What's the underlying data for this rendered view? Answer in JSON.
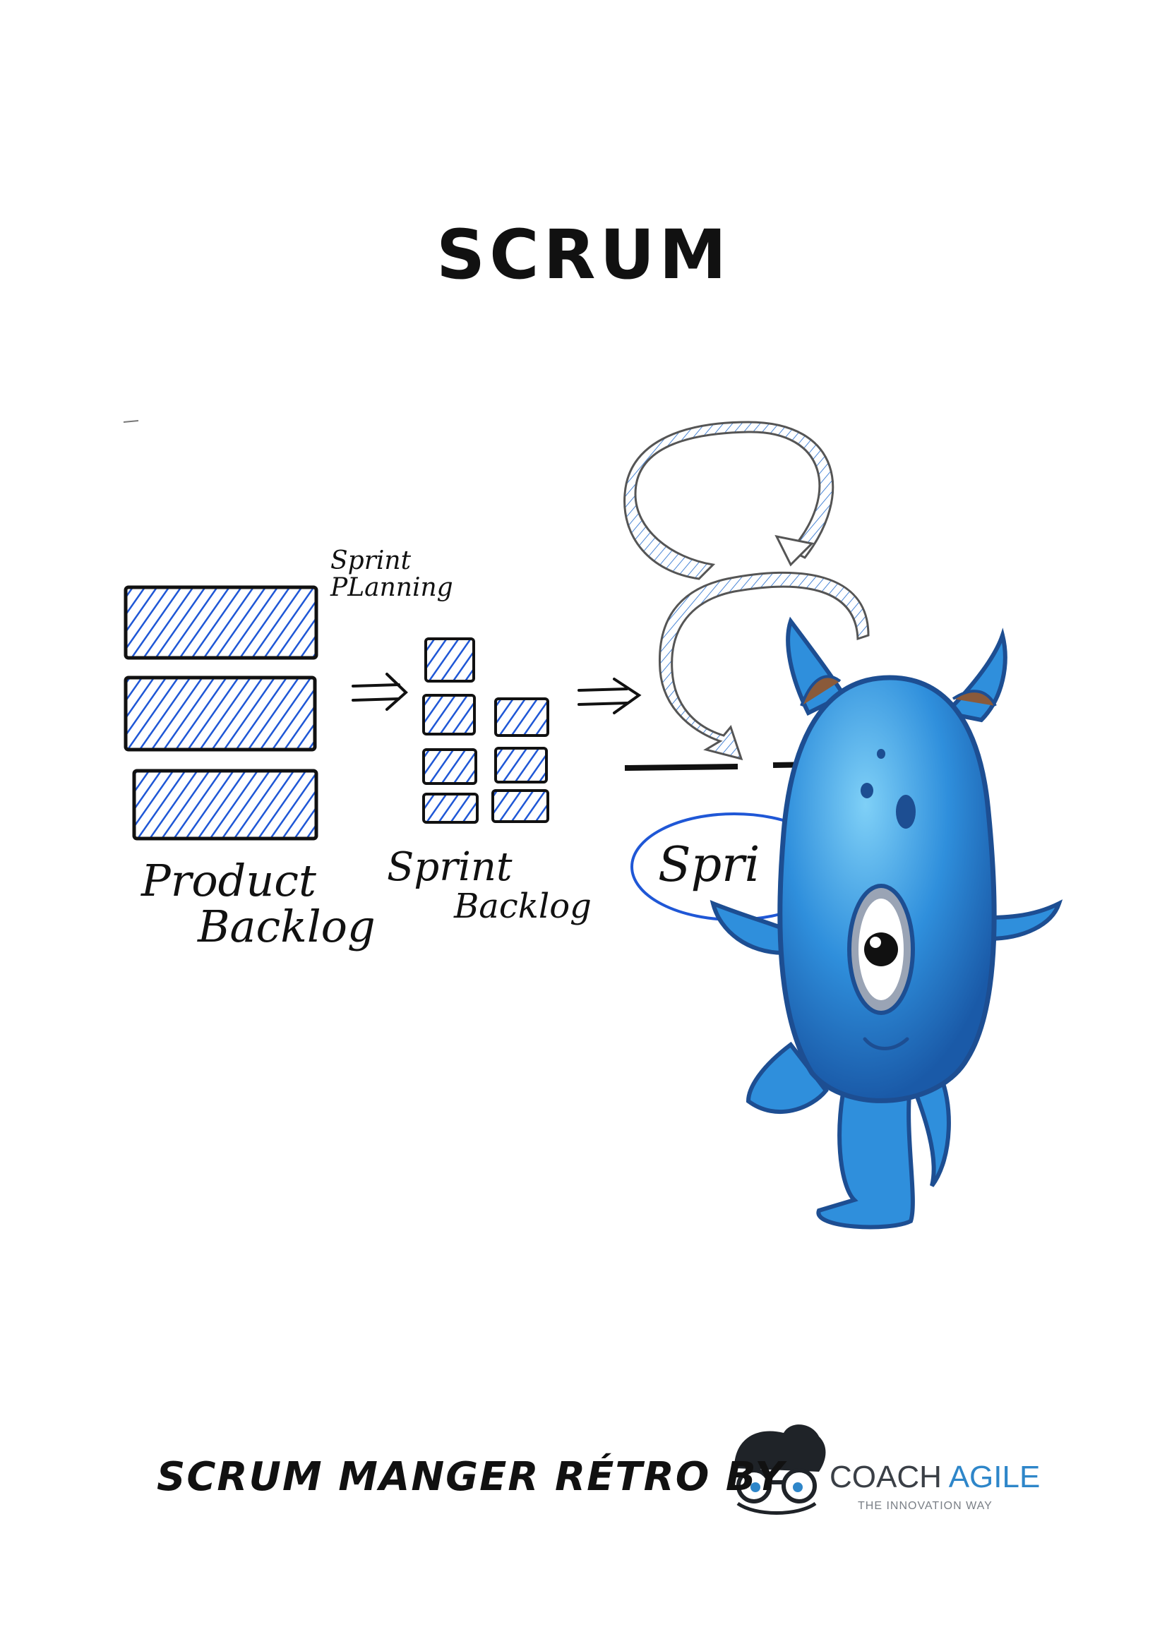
{
  "title": "SCRUM",
  "labels": {
    "sprint_planning": [
      "Sprint",
      "PLanning"
    ],
    "product_backlog": [
      "Product",
      "Backlog"
    ],
    "sprint_backlog": [
      "Sprint",
      "Backlog"
    ],
    "sprint_bubble": "Spri"
  },
  "footer": {
    "text": "SCRUM MANGER RÉTRO BY",
    "logo_name_part1": "COACH ",
    "logo_name_part2": "AGILE",
    "logo_tagline": "THE INNOVATION WAY"
  },
  "colors": {
    "hatch_blue": "#1f57d6",
    "monster_blue": "#2f8fdc",
    "monster_dark": "#1d4e92",
    "logo_accent": "#2e86c9"
  },
  "icons": [
    "cycle-arrow-icon",
    "arrow-right-icon",
    "monster-mascot",
    "coach-agile-logo-icon"
  ]
}
